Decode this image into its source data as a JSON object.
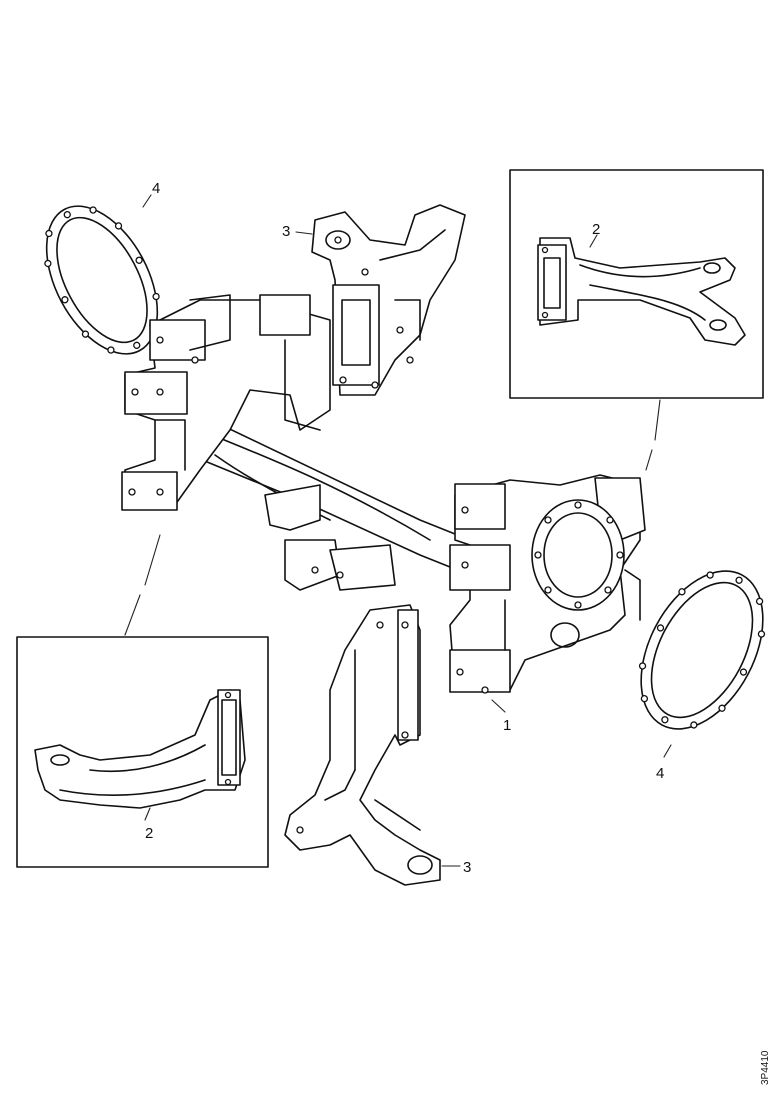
{
  "callouts": {
    "part1": "1",
    "part2_top_inset": "2",
    "part2_left_inset": "2",
    "part3_top": "3",
    "part3_bottom": "3",
    "part4_left": "4",
    "part4_right": "4"
  },
  "reference_code": "3P4410"
}
